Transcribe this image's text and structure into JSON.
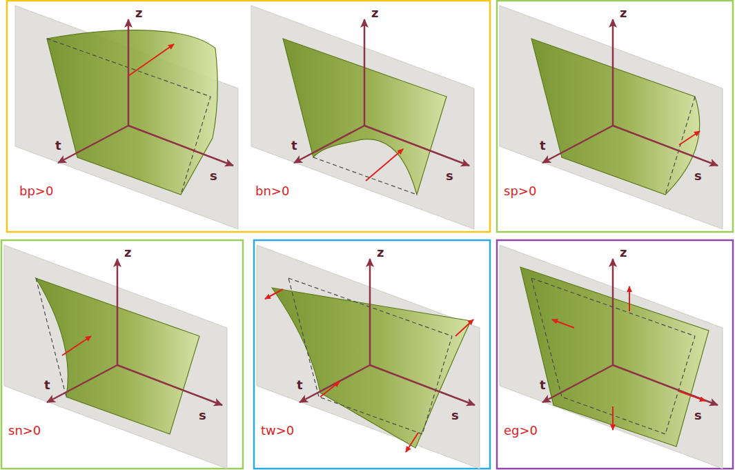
{
  "diagram": {
    "labels": [
      "z",
      "t",
      "s",
      "bp>0",
      "z",
      "t",
      "s",
      "bn>0",
      "z",
      "t",
      "s",
      "sp>0",
      "z",
      "t",
      "s",
      "sn>0",
      "z",
      "t",
      "s",
      "tw>0",
      "z",
      "t",
      "s",
      "eg>0"
    ]
  }
}
